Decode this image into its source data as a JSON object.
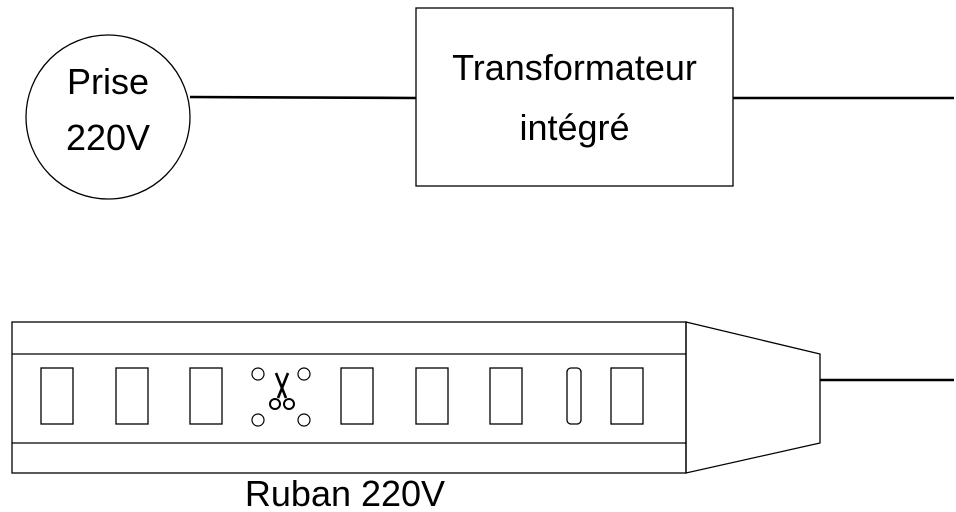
{
  "socket": {
    "line1": "Prise",
    "line2": "220V"
  },
  "transformer": {
    "line1": "Transformateur",
    "line2": "intégré"
  },
  "strip": {
    "label": "Ruban 220V",
    "cut_mark_icon": "scissors-icon"
  },
  "colors": {
    "stroke": "#000000",
    "background": "#ffffff"
  }
}
